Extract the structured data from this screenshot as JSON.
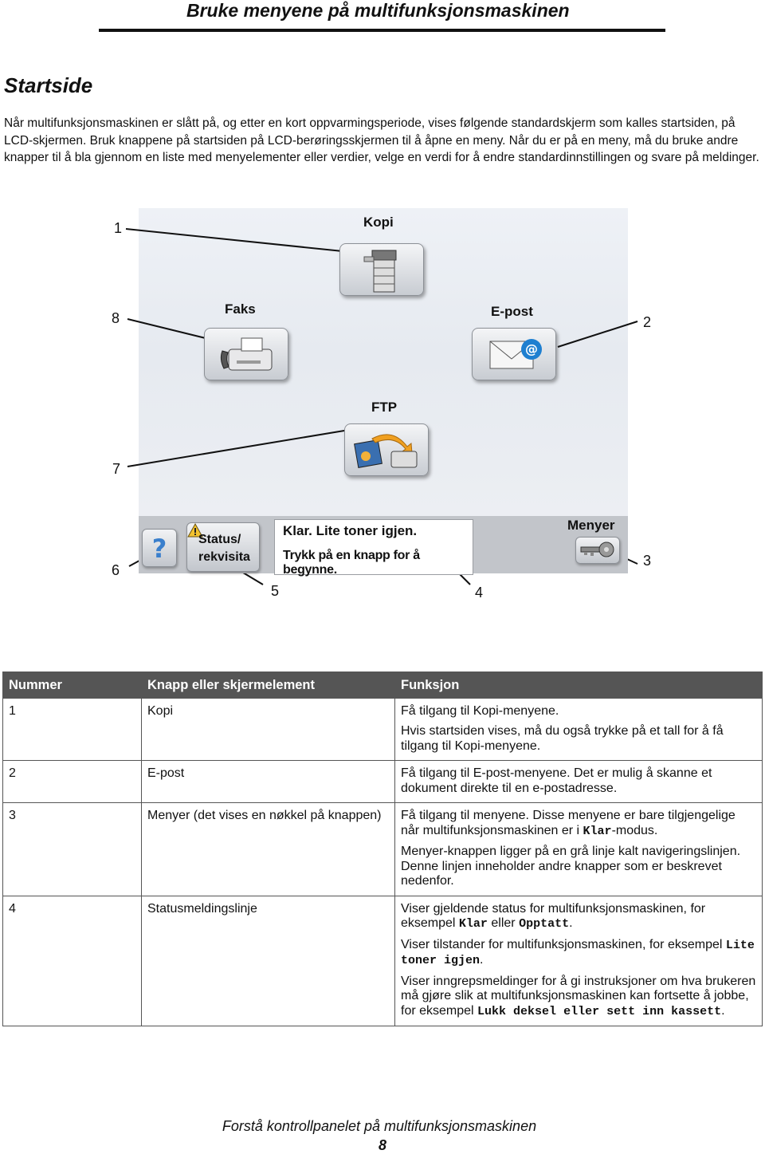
{
  "header": {
    "title": "Bruke menyene på multifunksjonsmaskinen"
  },
  "section": {
    "title": "Startside"
  },
  "intro": "Når multifunksjonsmaskinen er slått på, og etter en kort oppvarmingsperiode, vises følgende standardskjerm som kalles startsiden, på LCD-skjermen. Bruk knappene på startsiden på LCD-berøringsskjermen til å åpne en meny. Når du er på en meny, må du bruke andre knapper til å bla gjennom en liste med menyelementer eller verdier, velge en verdi for å endre standardinnstillingen og svare på meldinger.",
  "figure": {
    "buttons": {
      "kopi": "Kopi",
      "faks": "Faks",
      "epost": "E-post",
      "ftp": "FTP",
      "menyer": "Menyer"
    },
    "status_button": [
      "Status/",
      "rekvisita"
    ],
    "status_line": [
      "Klar. Lite toner igjen.",
      "Trykk på en knapp for å begynne."
    ],
    "callouts": [
      "1",
      "2",
      "3",
      "4",
      "5",
      "6",
      "7",
      "8"
    ]
  },
  "table": {
    "headers": [
      "Nummer",
      "Knapp eller skjermelement",
      "Funksjon"
    ],
    "rows": [
      {
        "num": "1",
        "item": "Kopi",
        "func": [
          "Få tilgang til Kopi-menyene.",
          "Hvis startsiden vises, må du også trykke på et tall for å få tilgang til Kopi-menyene."
        ]
      },
      {
        "num": "2",
        "item": "E-post",
        "func": [
          "Få tilgang til E-post-menyene. Det er mulig å skanne et dokument direkte til en e-postadresse."
        ]
      },
      {
        "num": "3",
        "item": "Menyer (det vises en nøkkel på knappen)",
        "func3a_pre": "Få tilgang til menyene. Disse menyene er bare tilgjengelige når multifunksjonsmaskinen er i ",
        "func3a_mono": "Klar",
        "func3a_post": "-modus.",
        "func3b": "Menyer-knappen ligger på en grå linje kalt navigeringslinjen. Denne linjen inneholder andre knapper som er beskrevet nedenfor."
      },
      {
        "num": "4",
        "item": "Statusmeldingslinje",
        "f4a_pre": "Viser gjeldende status for multifunksjonsmaskinen, for eksempel ",
        "f4a_mono1": "Klar",
        "f4a_mid": " eller ",
        "f4a_mono2": "Opptatt",
        "f4a_post": ".",
        "f4b_pre": "Viser tilstander for multifunksjonsmaskinen, for eksempel ",
        "f4b_mono": "Lite toner igjen",
        "f4b_post": ".",
        "f4c_pre": "Viser inngrepsmeldinger for å gi instruksjoner om hva brukeren må gjøre slik at multifunksjonsmaskinen kan fortsette å jobbe, for eksempel ",
        "f4c_mono": "Lukk deksel eller sett inn kassett",
        "f4c_post": "."
      }
    ]
  },
  "footer": {
    "title": "Forstå kontrollpanelet på multifunksjonsmaskinen",
    "page": "8"
  }
}
